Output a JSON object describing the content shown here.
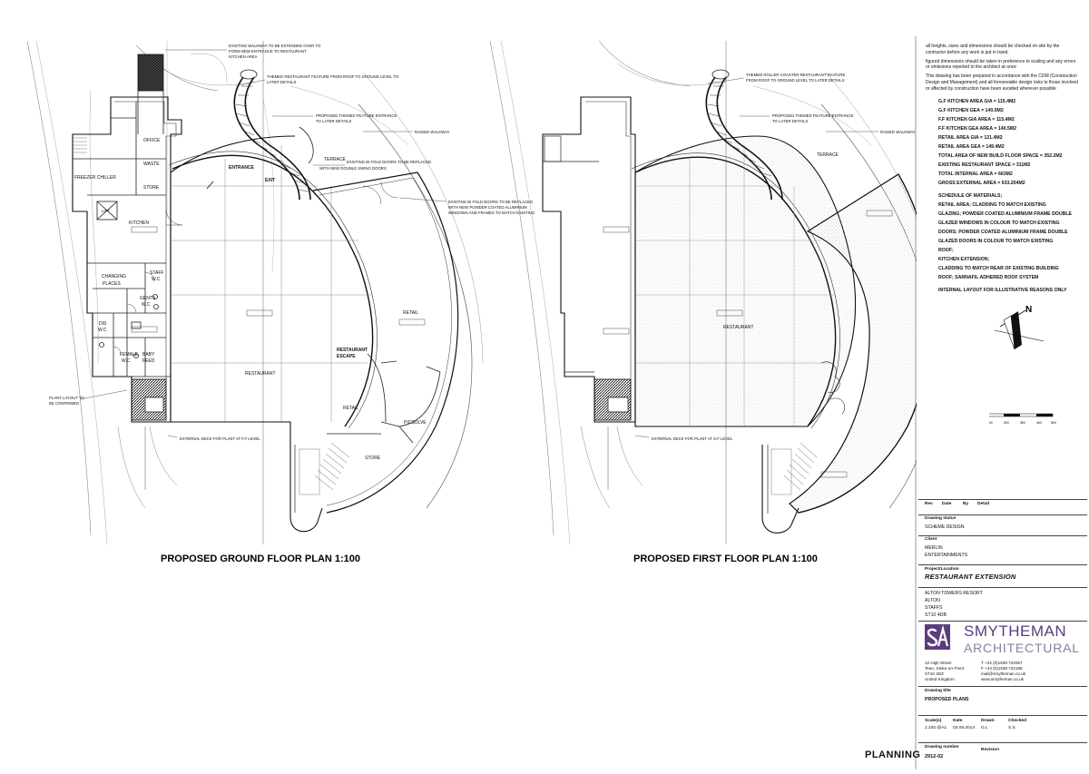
{
  "ground": {
    "title": "PROPOSED GROUND FLOOR PLAN 1:100",
    "annotations": {
      "walkway": [
        "EXISTING WALKWAY TO BE EXTENDED OVER TO",
        "FORM NEW ENTRANCE TO RESTAURANT",
        "KITCHEN AREA"
      ],
      "themed": [
        "THEMED RESTAURANT FEATURE FROM ROOF TO GROUND LEVEL TO",
        "LATER DETAILS"
      ],
      "feature_entrance": [
        "PROPOSED THEMED FEATURE ENTRANCE",
        "TO LATER DETAILS"
      ],
      "raised": "RAISED WALKWAY",
      "bifold1": [
        "EXISTING BI FOLD DOORS TO BE REPLACED",
        "WITH NEW DOUBLE SWING DOORS"
      ],
      "bifold2": [
        "EXISTING BI FOLD DOORS TO BE REPLACED",
        "WITH NEW POWDER COATED ALUMINIUM",
        "WINDOWS AND FRAMES TO MATCH EXISTING"
      ],
      "plant": [
        "PLANT LAYOUT TO",
        "BE CONFIRMED"
      ],
      "deck": "EXTERNAL DECK FOR PLANT AT F.F LEVEL"
    },
    "rooms": {
      "office": "OFFICE",
      "waste": "WASTE",
      "freezer": "FREEZER CHILLER",
      "store": "STORE",
      "lift": "LIFT",
      "kitchen": "KITCHEN",
      "changing1": "CHANGING",
      "changing2": "PLACES",
      "staff1": "STAFF",
      "staff2": "W.C",
      "gents1": "GENTS",
      "gents2": "W.C",
      "dis1": "DIS",
      "dis2": "W.C",
      "female1": "FEMALE",
      "female2": "W.C",
      "baby1": "BABY",
      "baby2": "FEED",
      "terrace": "TERRACE",
      "entrance": "ENTRANCE",
      "exit": "EXIT",
      "retail": "RETAIL",
      "restaurant": "RESTAURANT",
      "escape1": "RESTAURANT",
      "escape2": "ESCAPE",
      "retail2": "RETAIL",
      "picsolve": "PICSOLVE",
      "store2": "STORE"
    }
  },
  "first": {
    "title": "PROPOSED FIRST FLOOR PLAN 1:100",
    "annotations": {
      "themed": [
        "THEMED ROLLER COASTER RESTAURANT FEATURE",
        "FROM ROOF TO GROUND LEVEL TO LATER DETAILS"
      ],
      "feature_entrance": [
        "PROPOSED THEMED FEATURE ENTRANCE",
        "TO LATER DETAILS"
      ],
      "raised": "RAISED WALKWAY",
      "deck": "EXTERNAL DECK FOR PLANT AT S.F LEVEL"
    },
    "rooms": {
      "terrace": "TERRACE",
      "restaurant": "RESTAURANT"
    }
  },
  "notes": [
    "all heights, sizes and dimensions should be checked on site by the contractor before any work is put in hand.",
    "figured dimensions should be taken in preference to scaling and any errors or omissions reported to the architect at once",
    "This drawing has been prepared in accordance with the CDM (Construction Design and Management) and all foreseeable design risks to those involved or affected by construction have been avoided wherever possible"
  ],
  "schedule": [
    "G.F KITCHEN AREA GIA = 115.4M2",
    "G.F KITCHEN GEA = 140.5M2",
    "F.F KITCHEN GIA AREA = 115.4M2",
    "F.F KITCHEN GEA AREA = 140.5M2",
    "RETAIL AREA GIA = 121.4M2",
    "RETAIL AREA GEA = 149.4M2",
    "TOTAL AREA OF NEW BUILD FLOOR SPACE = 352.2M2",
    "EXISTING RESTAURANT SPACE = 311M2",
    "TOTAL INTERNAL AREA = 663M2",
    "GROSS EXTERNAL AREA = 633.204M2",
    "",
    "SCHEDULE OF MATERIALS;",
    "RETAIL AREA; CLADDING TO MATCH EXISTING",
    "GLAZING; POWDER COATED ALUMINIUM FRAME DOUBLE",
    "GLAZED WINDOWS IN COLOUR TO MATCH EXISTING",
    "DOORS; POWDER COATED ALUMINIUM FRAME DOUBLE",
    "GLAZED DOORS IN COLOUR TO MATCH EXISTING",
    "ROOF;",
    "KITCHEN EXTENSION;",
    "CLADDING TO MATCH REAR OF EXISTING BUILDING",
    "ROOF; SARNAFIL ADHERED ROOF SYSTEM",
    "",
    "INTERNAL LAYOUT FOR ILLUSTRATIVE REASONS ONLY"
  ],
  "north_label": "N",
  "scale_ticks": [
    "0M",
    "1M",
    "2M",
    "3M",
    "4M",
    "5M"
  ],
  "titleblock": {
    "rev": "Rev",
    "date": "Date",
    "by": "By",
    "detail": "Detail",
    "status_label": "Drawing status",
    "status": "SCHEME DESIGN",
    "client_label": "Client",
    "client1": "MERLIN",
    "client2": "ENTERTAINMENTS",
    "project_label": "Project/Location",
    "project": "RESTAURANT EXTENSION",
    "loc1": "ALTON TOWERS RESORT",
    "loc2": "ALTON",
    "loc3": "STAFFS",
    "loc4": "ST10 4DB",
    "brand1": "SMYTHEMAN",
    "brand2": "ARCHITECTURAL",
    "addr": [
      "12 High Street",
      "Tean, Stoke-on-Trent",
      "ST10 4DZ",
      "United Kingdom"
    ],
    "contact": [
      "T +44 (0)1538 722097",
      "F +44 (0)1538 722185",
      "mail@smytheman.co.uk",
      "www.smytheman.co.uk"
    ],
    "dtitle_label": "Drawing title",
    "dtitle": "PROPOSED PLANS",
    "scale_label": "Scale(s)",
    "scale": "1:100 @A1",
    "date_label": "Date",
    "date_val": "03.09.2014",
    "drawn_label": "Drawn",
    "drawn": "G.L",
    "checked_label": "Checked",
    "checked": "S.S",
    "num_label": "Drawing number",
    "num": "2912-02",
    "revision_label": "Revision",
    "planning": "PLANNING"
  }
}
